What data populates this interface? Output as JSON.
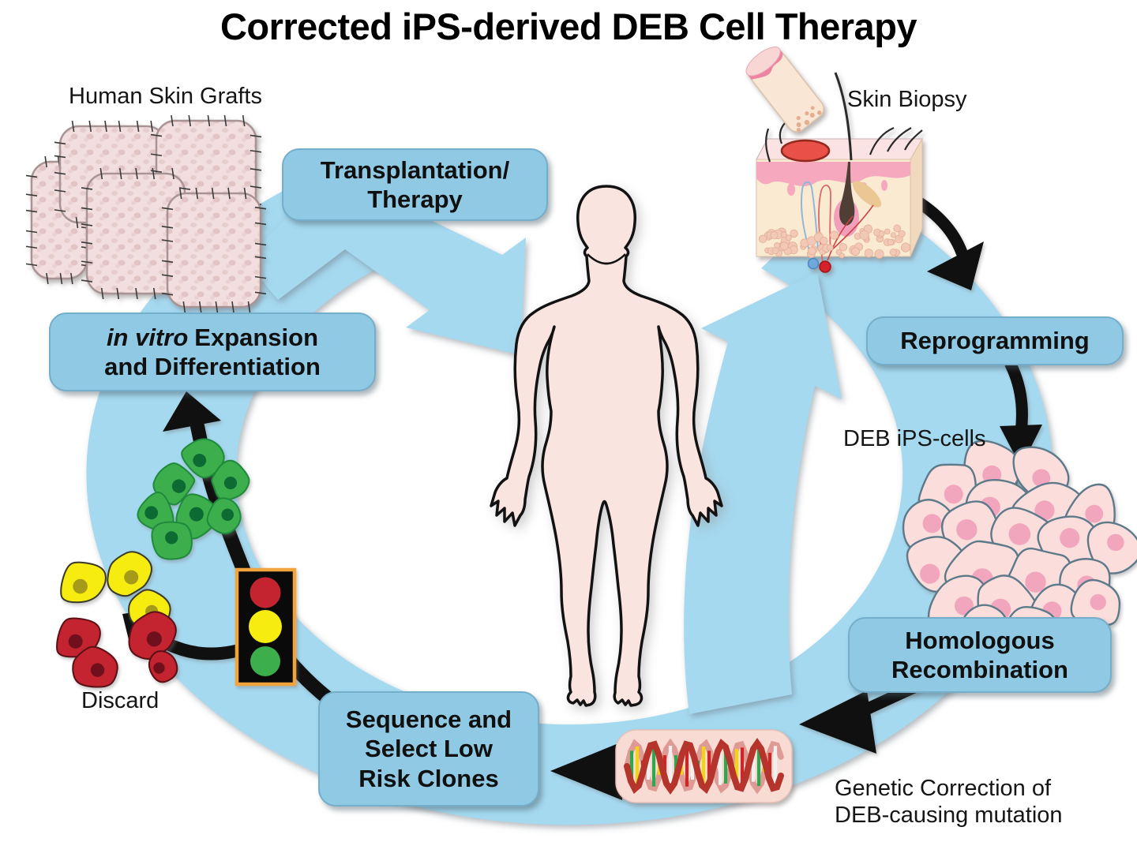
{
  "title": "Corrected iPS-derived DEB Cell Therapy",
  "labels": {
    "human_skin_grafts": "Human Skin Grafts",
    "skin_biopsy": "Skin Biopsy",
    "deb_ips_cells": "DEB iPS-cells",
    "genetic_correction_line1": "Genetic Correction of",
    "genetic_correction_line2": "DEB-causing mutation",
    "discard": "Discard"
  },
  "steps": {
    "transplantation": {
      "line1": "Transplantation/",
      "line2": "Therapy"
    },
    "reprogramming": "Reprogramming",
    "homologous_recombination": {
      "line1": "Homologous",
      "line2": "Recombination"
    },
    "sequence_select": {
      "line1": "Sequence and",
      "line2": "Select Low",
      "line3": "Risk Clones"
    },
    "invitro_expansion": {
      "italic": "in vitro",
      "line1_rest": "Expansion",
      "line2": "and Differentiation"
    }
  },
  "illustrations": {
    "cycle_ring": "blue-cycle-band",
    "human_body": "human-body-outline",
    "skin_grafts": "skin-graft-patches",
    "skin_biopsy_punch": "biopsy-punch-cylinder",
    "skin_cross_section": "skin-cross-section-block",
    "ips_cell_cluster": "pink-ips-cell-colony",
    "green_cells": "differentiated-green-cells",
    "discard_cells": "high-risk-yellow-red-cells",
    "traffic_light": "risk-selection-traffic-light",
    "dna_helix": "dna-double-helix"
  },
  "colors": {
    "cycle_blue": "#A5D9F0",
    "box_blue": "#8FC9E3",
    "box_border": "#74AECB",
    "ink": "#111111",
    "body_skin": "#F9E4E0",
    "cell_pink": "#FBDEDC",
    "cell_pink_nucleus": "#F1A6BE",
    "green_cell": "#3CAE4C",
    "green_nucleus": "#0C6B33",
    "yellow_cell": "#F6EC10",
    "yellow_nucleus": "#A59A1A",
    "red_cell": "#C3242F",
    "red_nucleus": "#70101C",
    "traffic_frame": "#F2A33C",
    "dna_panel": "#F8DCD4",
    "graft_pink": "#F2DEDE",
    "wound_red": "#E85048"
  }
}
